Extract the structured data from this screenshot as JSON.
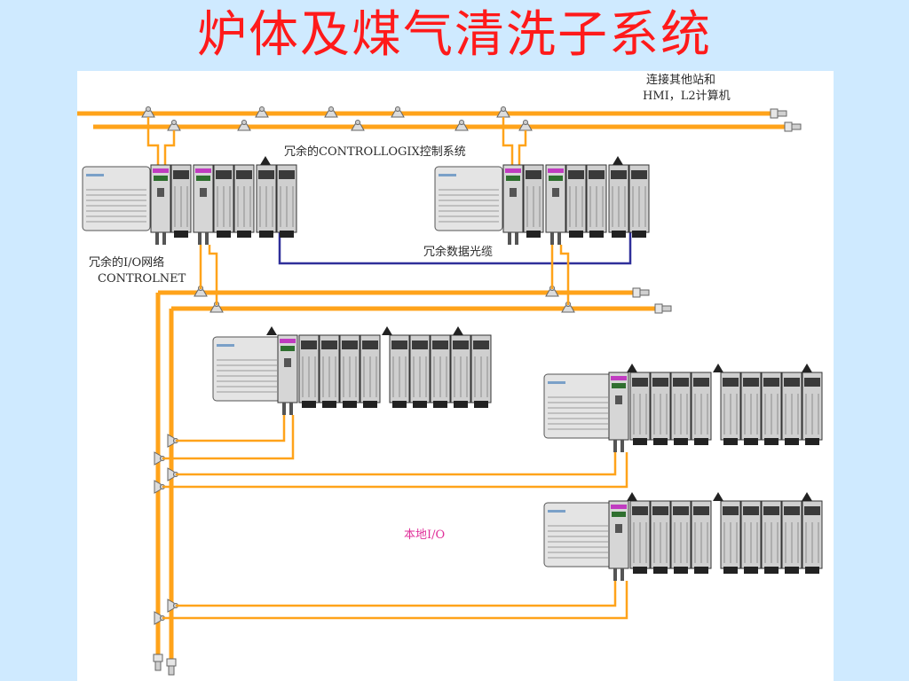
{
  "slide": {
    "title": "炉体及煤气清洗子系统"
  },
  "diagram": {
    "labels": {
      "connect_line1": "连接其他站和",
      "connect_line2": "HMI，L2计算机",
      "redundant_controllogix": "冗余的CONTROLLOGIX控制系统",
      "redundant_fiber": "冗余数据光缆",
      "redundant_io_line1": "冗余的I/O网络",
      "redundant_io_line2": "CONTROLNET",
      "local_io": "本地I/O"
    },
    "colors": {
      "background": "#cfeaff",
      "title": "#ff1a1a",
      "network_cable": "#ffa31a",
      "fiber_cable": "#2f2f9a",
      "local_io_label": "#e0309a"
    }
  }
}
